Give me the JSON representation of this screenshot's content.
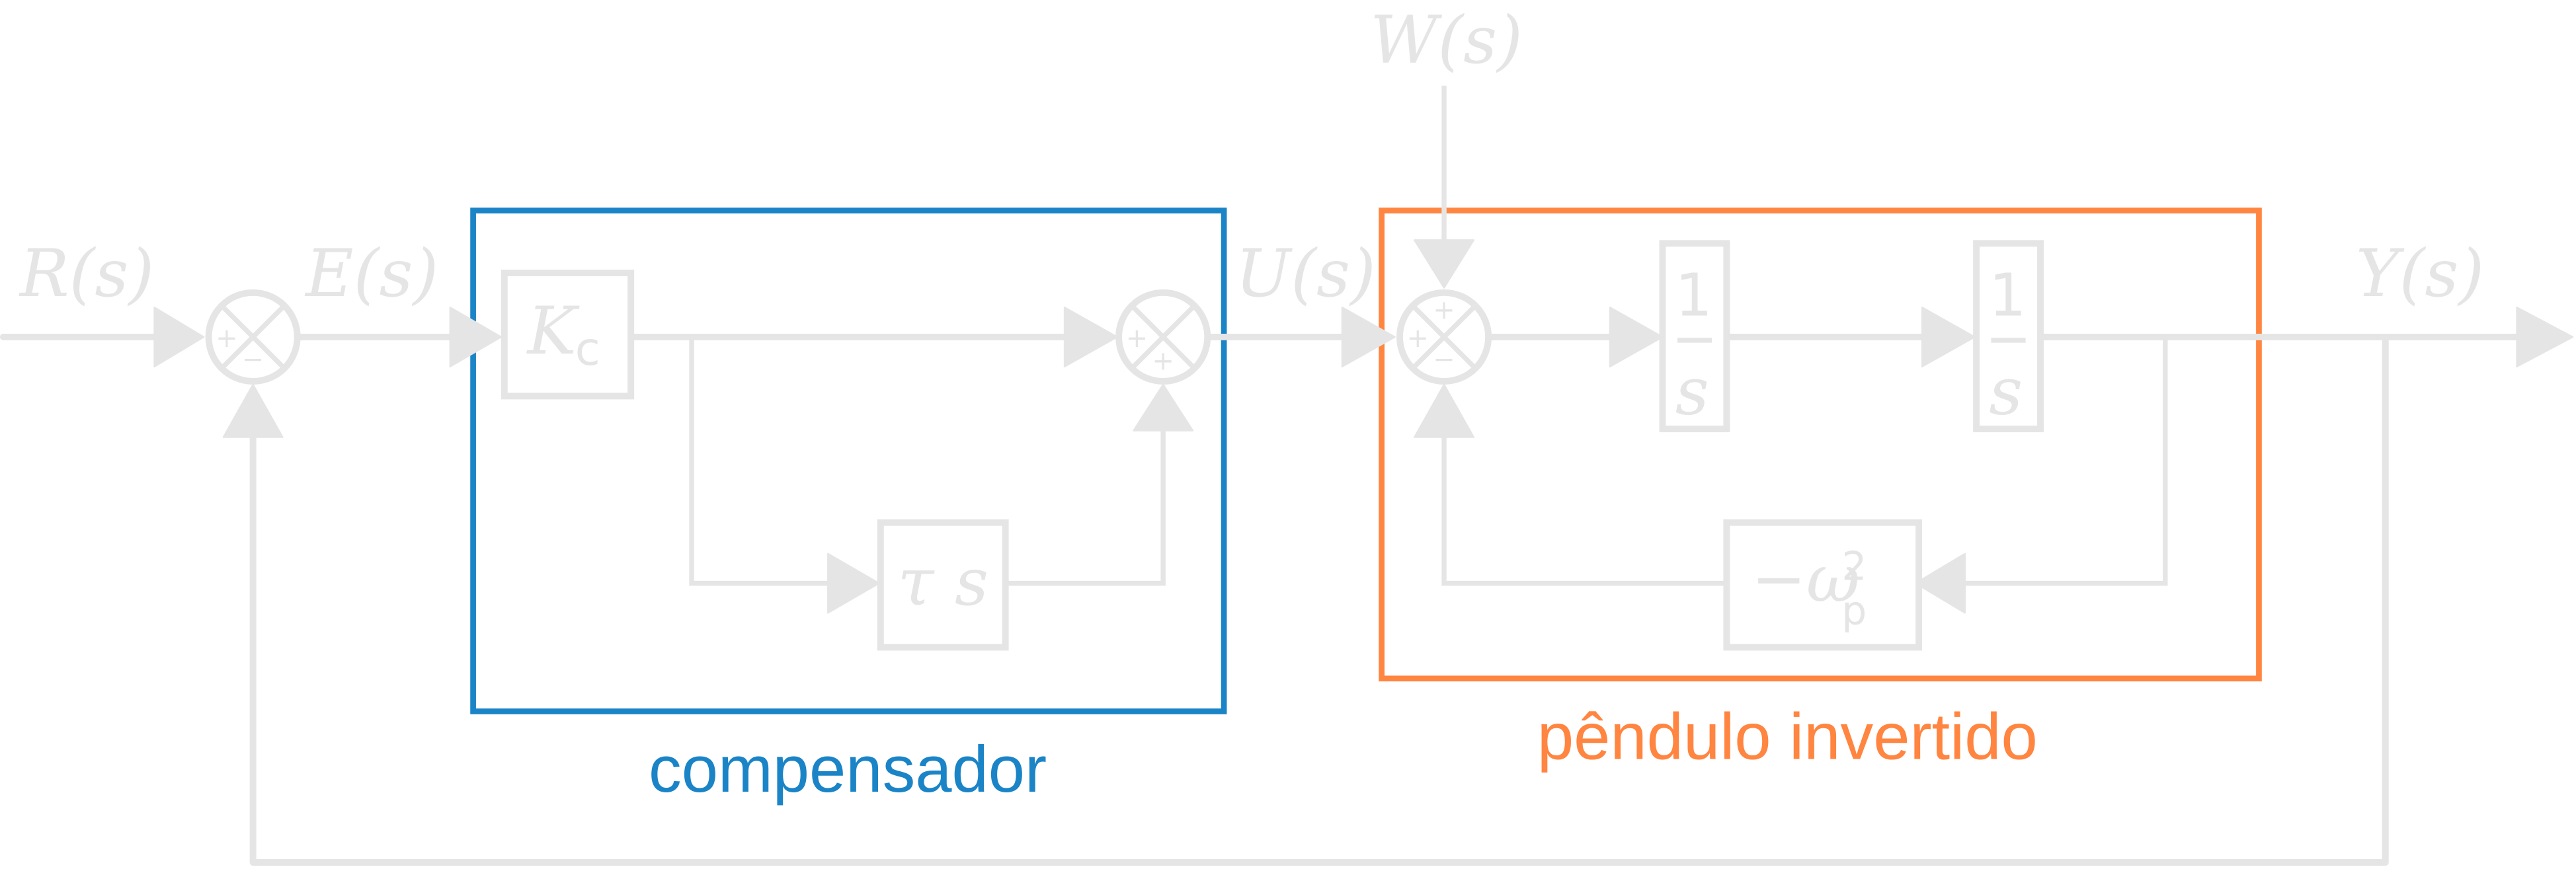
{
  "diagram": {
    "title": "Inverted pendulum control loop block diagram",
    "colors": {
      "line": "#e5e5e5",
      "compensator": "#1a84c7",
      "plant": "#ff8540"
    },
    "signals": {
      "reference": "R(s)",
      "error": "E(s)",
      "control": "U(s)",
      "disturbance": "W(s)",
      "output": "Y(s)"
    },
    "blocks": {
      "gain": {
        "symbol": "K",
        "subscript": "c"
      },
      "derivative": {
        "symbol": "τ s"
      },
      "integrator1": {
        "numerator": "1",
        "denominator": "s"
      },
      "integrator2": {
        "numerator": "1",
        "denominator": "s"
      },
      "feedback_gain": {
        "symbol": "−ω",
        "superscript": "2",
        "subscript": "p"
      }
    },
    "summing_junctions": {
      "error_sum": {
        "left": "+",
        "bottom": "−"
      },
      "pd_sum": {
        "left": "+",
        "bottom": "+"
      },
      "plant_sum": {
        "top": "+",
        "left": "+",
        "bottom": "−"
      }
    },
    "groups": {
      "compensator": "compensador",
      "plant": "pêndulo invertido"
    }
  }
}
